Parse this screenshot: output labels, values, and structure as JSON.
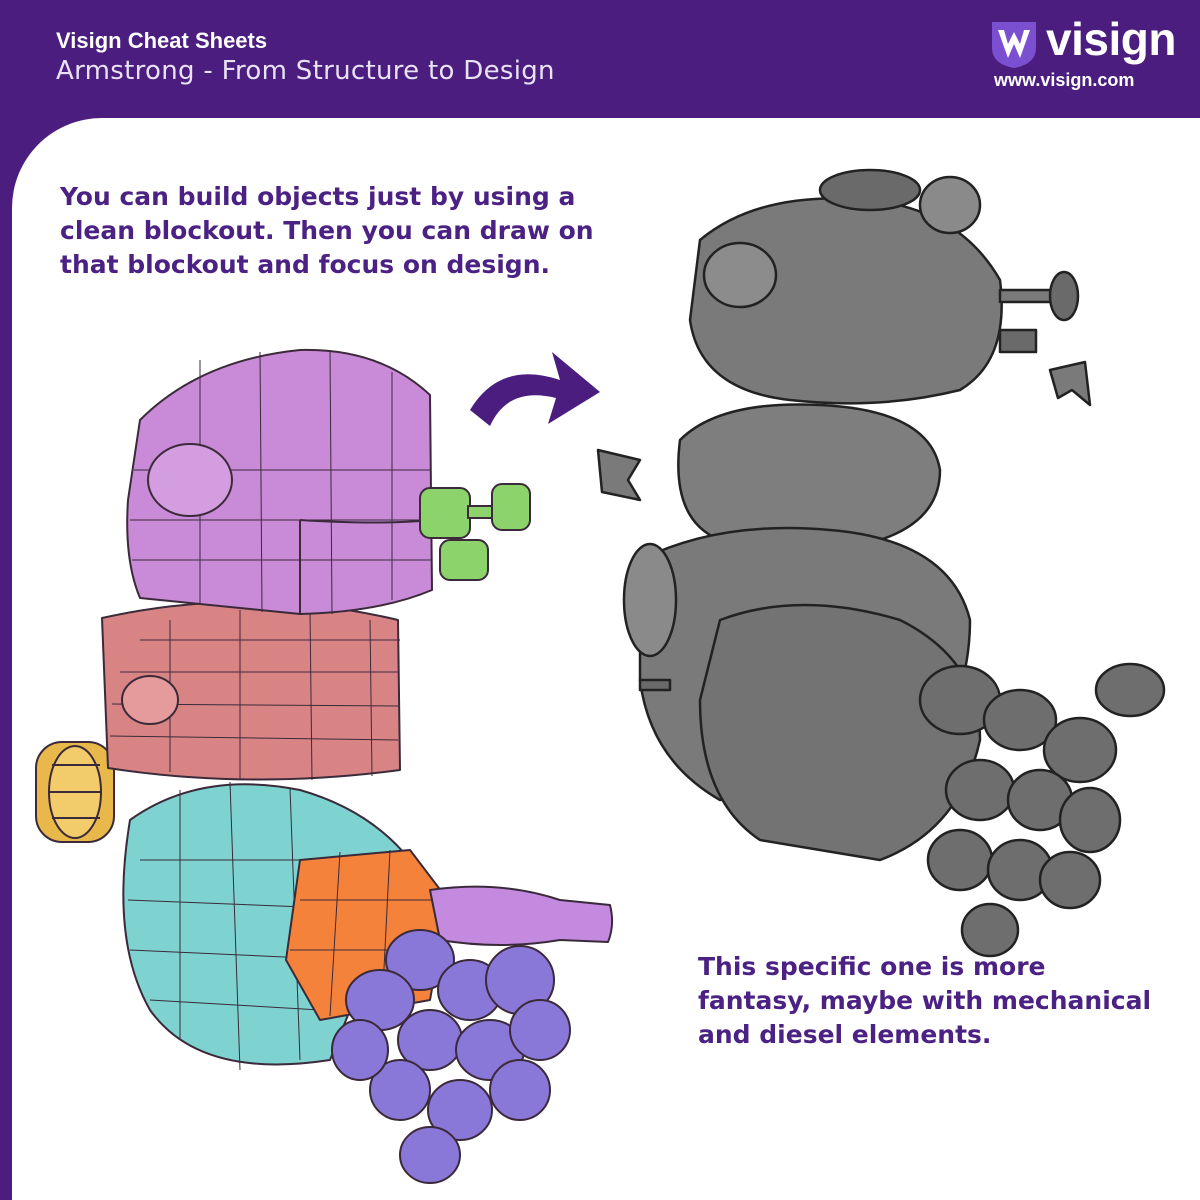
{
  "header": {
    "series": "Visign Cheat Sheets",
    "subtitle": "Armstrong - From Structure to Design"
  },
  "logo": {
    "wordmark": "visign",
    "url": "www.visign.com"
  },
  "text": {
    "intro": "You can build objects just by using a clean blockout. Then you can draw on that blockout and focus on design.",
    "outro": "This specific one is more fantasy, maybe with mechanical and diesel elements."
  },
  "colors": {
    "brand_purple": "#4a1d7f",
    "text_purple": "#4b2184",
    "block_magenta": "#c98ad8",
    "block_red": "#d98484",
    "block_cyan": "#7ed3d0",
    "block_orange": "#f5823a",
    "block_yellow": "#e9b84a",
    "block_green": "#8bd36a",
    "block_violet": "#8a78d8",
    "render_gray": "#7a7a7a"
  },
  "images": {
    "blockout": "blockout-arm-illustration",
    "render": "rendered-mech-arm-illustration",
    "arrow": "curved-arrow-icon"
  }
}
